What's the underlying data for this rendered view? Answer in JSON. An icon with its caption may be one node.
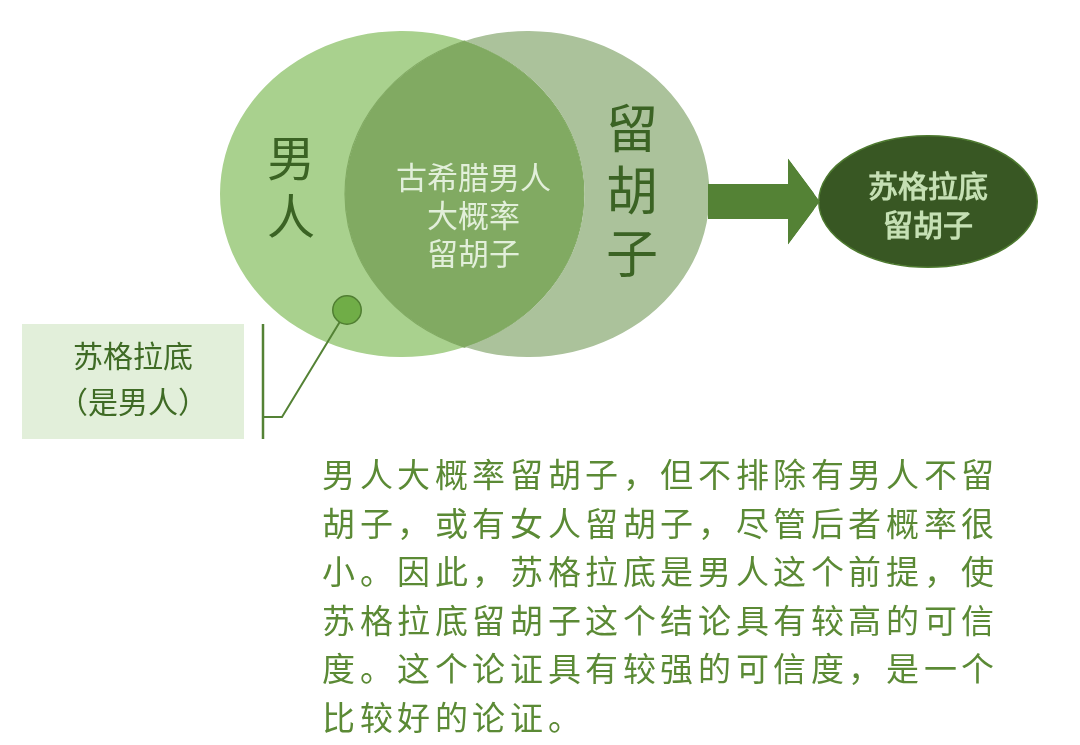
{
  "diagram": {
    "nodes": [
      {
        "text": [
          "男人"
        ]
      },
      {
        "text": [
          "古希腊男人大概率留胡子"
        ]
      },
      {
        "text": [
          "留胡子"
        ]
      },
      {
        "text": [],
        "shape": "circle",
        "in": 0
      },
      {
        "text": [
          "苏格拉底留胡子"
        ]
      },
      {
        "text": [
          "苏格拉底（是男人）"
        ]
      }
    ],
    "edges": [
      {
        "from": 2,
        "to": 4,
        "arrow": "to",
        "style": "thick"
      },
      {
        "from": 5,
        "to": 3,
        "arrow": "none"
      }
    ],
    "labels": [
      "男人大概率留胡子，但不排除有男人不留胡子，或有女人留胡子，尽管后者概率很小。因此，苏格拉底是男人这个前提，使苏格拉底留胡子这个结论具有较高的可信度。这个论证具有较强的可信度，是一个比较好的论证。"
    ]
  }
}
